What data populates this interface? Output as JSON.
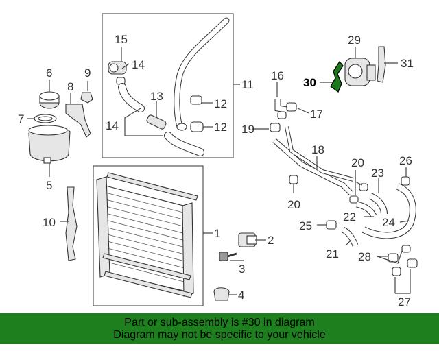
{
  "labels": {
    "l1": "1",
    "l2": "2",
    "l3": "3",
    "l4": "4",
    "l5": "5",
    "l6": "6",
    "l7": "7",
    "l8": "8",
    "l9": "9",
    "l10": "10",
    "l11": "11",
    "l12a": "12",
    "l12b": "12",
    "l13": "13",
    "l14a": "14",
    "l14b": "14",
    "l15": "15",
    "l16": "16",
    "l17": "17",
    "l18": "18",
    "l19": "19",
    "l20a": "20",
    "l20b": "20",
    "l21": "21",
    "l22": "22",
    "l23": "23",
    "l24": "24",
    "l25": "25",
    "l26": "26",
    "l27": "27",
    "l28": "28",
    "l29": "29",
    "l30": "30",
    "l31": "31"
  },
  "banner": {
    "line1": "Part or sub-assembly is #30 in diagram",
    "line2": "Diagram may not be specific to your vehicle"
  },
  "colors": {
    "banner_bg": "#1e7f1e",
    "highlight_part": "#1a7a1a"
  }
}
